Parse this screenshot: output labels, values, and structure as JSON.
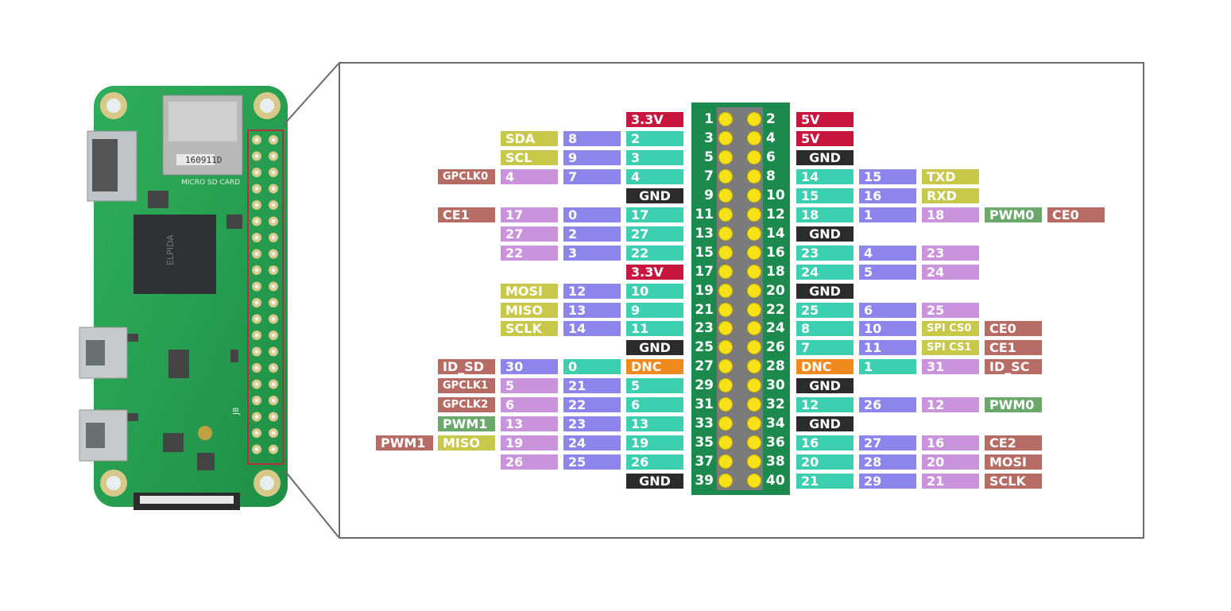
{
  "board": {
    "sd_card_label": "MICRO SD CARD",
    "sd_code": "160911D",
    "chip_label": "ELPIDA",
    "header_silkscreen": "J8"
  },
  "colors": {
    "power3v3": "#c7173f",
    "power5v": "#c7173f",
    "gnd": "#2b2b2b",
    "dnc": "#f08a1e",
    "physical_gpio": "#3ccfb0",
    "bcm": "#8d84ec",
    "wiringpi": "#c994db",
    "i2c_spi_uart": "#c8c84a",
    "alt_red": "#b66b64",
    "pwm": "#6aa86b"
  },
  "pins": [
    {
      "n": 1,
      "labels": [
        "3.3V"
      ]
    },
    {
      "n": 2,
      "labels": [
        "5V"
      ]
    },
    {
      "n": 3,
      "labels": [
        "2",
        "8",
        "SDA"
      ]
    },
    {
      "n": 4,
      "labels": [
        "5V"
      ]
    },
    {
      "n": 5,
      "labels": [
        "3",
        "9",
        "SCL"
      ]
    },
    {
      "n": 6,
      "labels": [
        "GND"
      ]
    },
    {
      "n": 7,
      "labels": [
        "4",
        "7",
        "4",
        "GPCLK0"
      ]
    },
    {
      "n": 8,
      "labels": [
        "14",
        "15",
        "TXD"
      ]
    },
    {
      "n": 9,
      "labels": [
        "GND"
      ]
    },
    {
      "n": 10,
      "labels": [
        "15",
        "16",
        "RXD"
      ]
    },
    {
      "n": 11,
      "labels": [
        "17",
        "0",
        "17",
        "CE1"
      ]
    },
    {
      "n": 12,
      "labels": [
        "18",
        "1",
        "18",
        "PWM0",
        "CE0"
      ]
    },
    {
      "n": 13,
      "labels": [
        "27",
        "2",
        "27"
      ]
    },
    {
      "n": 14,
      "labels": [
        "GND"
      ]
    },
    {
      "n": 15,
      "labels": [
        "22",
        "3",
        "22"
      ]
    },
    {
      "n": 16,
      "labels": [
        "23",
        "4",
        "23"
      ]
    },
    {
      "n": 17,
      "labels": [
        "3.3V"
      ]
    },
    {
      "n": 18,
      "labels": [
        "24",
        "5",
        "24"
      ]
    },
    {
      "n": 19,
      "labels": [
        "10",
        "12",
        "MOSI"
      ]
    },
    {
      "n": 20,
      "labels": [
        "GND"
      ]
    },
    {
      "n": 21,
      "labels": [
        "9",
        "13",
        "MISO"
      ]
    },
    {
      "n": 22,
      "labels": [
        "25",
        "6",
        "25"
      ]
    },
    {
      "n": 23,
      "labels": [
        "11",
        "14",
        "SCLK"
      ]
    },
    {
      "n": 24,
      "labels": [
        "8",
        "10",
        "SPI CS0",
        "CE0"
      ]
    },
    {
      "n": 25,
      "labels": [
        "GND"
      ]
    },
    {
      "n": 26,
      "labels": [
        "7",
        "11",
        "SPI CS1",
        "CE1"
      ]
    },
    {
      "n": 27,
      "labels": [
        "DNC",
        "0",
        "30",
        "ID_SD"
      ]
    },
    {
      "n": 28,
      "labels": [
        "DNC",
        "1",
        "31",
        "ID_SC"
      ]
    },
    {
      "n": 29,
      "labels": [
        "5",
        "21",
        "5",
        "GPCLK1"
      ]
    },
    {
      "n": 30,
      "labels": [
        "GND"
      ]
    },
    {
      "n": 31,
      "labels": [
        "6",
        "22",
        "6",
        "GPCLK2"
      ]
    },
    {
      "n": 32,
      "labels": [
        "12",
        "26",
        "12",
        "PWM0"
      ]
    },
    {
      "n": 33,
      "labels": [
        "13",
        "23",
        "13",
        "PWM1"
      ]
    },
    {
      "n": 34,
      "labels": [
        "GND"
      ]
    },
    {
      "n": 35,
      "labels": [
        "19",
        "24",
        "19",
        "MISO",
        "PWM1"
      ]
    },
    {
      "n": 36,
      "labels": [
        "16",
        "27",
        "16",
        "CE2"
      ]
    },
    {
      "n": 37,
      "labels": [
        "26",
        "25",
        "26"
      ]
    },
    {
      "n": 38,
      "labels": [
        "20",
        "28",
        "20",
        "MOSI"
      ]
    },
    {
      "n": 39,
      "labels": [
        "GND"
      ]
    },
    {
      "n": 40,
      "labels": [
        "21",
        "29",
        "21",
        "SCLK"
      ]
    }
  ]
}
